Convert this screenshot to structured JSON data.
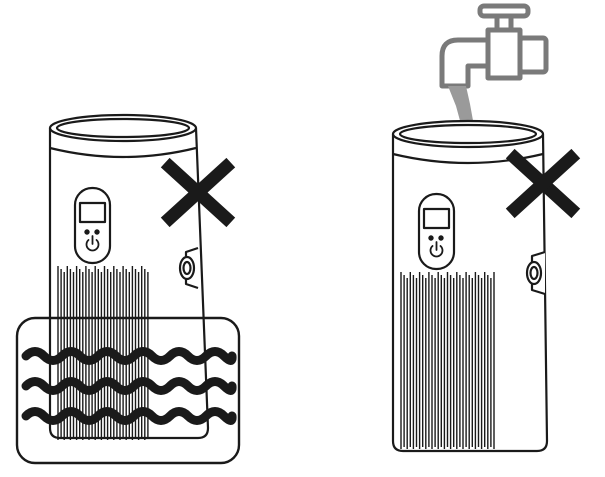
{
  "figure": {
    "background": "#ffffff",
    "line_color": "#1a1a1a",
    "faucet_color": "#7a7a7a",
    "water_color": "#9a9a9a",
    "panels": [
      {
        "id": "left",
        "scene": "air-purifier-submerged-in-water",
        "icons": [
          "air-purifier-icon",
          "water-waves-icon",
          "prohibited-cross-icon"
        ],
        "prohibited": true
      },
      {
        "id": "right",
        "scene": "water-poured-from-faucet-onto-air-purifier",
        "icons": [
          "air-purifier-icon",
          "water-faucet-icon",
          "prohibited-cross-icon"
        ],
        "prohibited": true
      }
    ]
  }
}
